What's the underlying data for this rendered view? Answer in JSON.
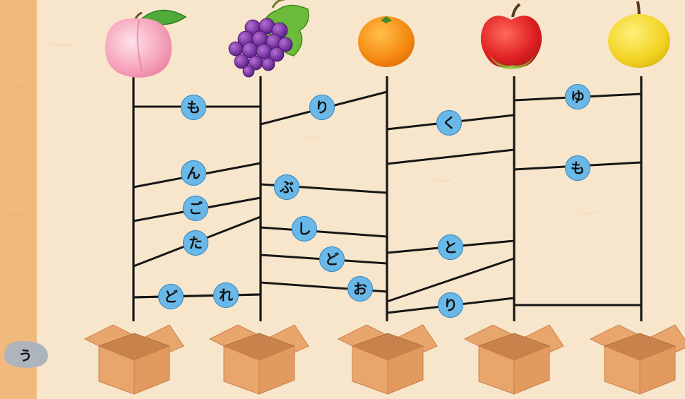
{
  "colors": {
    "background": "#f8e6cc",
    "left_strip": "#f1b97d",
    "line": "#161616",
    "bubble": "#69b8e8",
    "bubble_stroke": "#3d8fc7",
    "box": "#e9a66c",
    "box_dark": "#c9824c",
    "stone": "#aeb4bc"
  },
  "fruits": [
    {
      "icon": "peach-icon"
    },
    {
      "icon": "grape-icon"
    },
    {
      "icon": "orange-icon"
    },
    {
      "icon": "apple-icon"
    },
    {
      "icon": "pear-icon"
    }
  ],
  "rungs": [
    {
      "from": 0,
      "label": "も"
    },
    {
      "from": 0,
      "label": "ん"
    },
    {
      "from": 0,
      "label": "ご"
    },
    {
      "from": 0,
      "label": "た"
    },
    {
      "from": 0,
      "label": "ど"
    },
    {
      "from": 0,
      "label": "れ"
    },
    {
      "from": 1,
      "label": "り"
    },
    {
      "from": 1,
      "label": "ぶ"
    },
    {
      "from": 1,
      "label": "し"
    },
    {
      "from": 1,
      "label": "ど"
    },
    {
      "from": 1,
      "label": "お"
    },
    {
      "from": 2,
      "label": "く"
    },
    {
      "from": 2,
      "label": ""
    },
    {
      "from": 2,
      "label": "と"
    },
    {
      "from": 2,
      "label": ""
    },
    {
      "from": 2,
      "label": "り"
    },
    {
      "from": 3,
      "label": "ゆ"
    },
    {
      "from": 3,
      "label": "も"
    },
    {
      "from": 3,
      "label": ""
    }
  ],
  "boxes": [
    {
      "icon": "cardboard-box-icon"
    },
    {
      "icon": "cardboard-box-icon"
    },
    {
      "icon": "cardboard-box-icon"
    },
    {
      "icon": "cardboard-box-icon"
    },
    {
      "icon": "cardboard-box-icon"
    }
  ],
  "side_stone": {
    "label": "う"
  }
}
